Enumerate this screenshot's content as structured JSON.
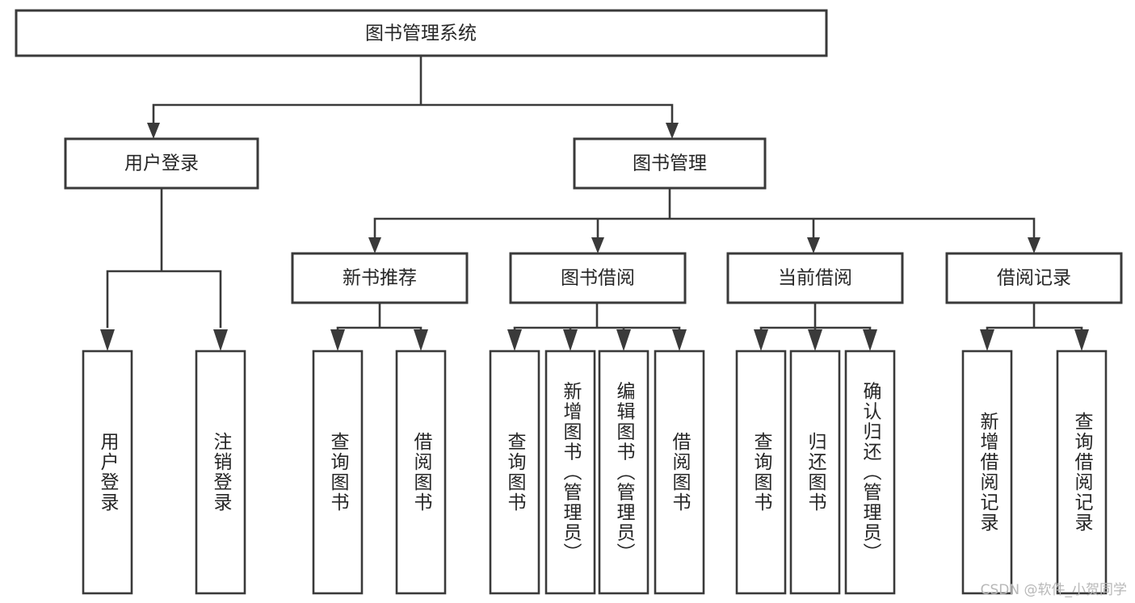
{
  "diagram": {
    "type": "hierarchy-tree",
    "title": "图书管理系统",
    "orientation": "top-down",
    "colors": {
      "box_fill": "#ffffff",
      "box_stroke": "#3a3a3a",
      "text": "#262626",
      "background": "#ffffff",
      "watermark": "#b8b8b8"
    },
    "root": {
      "id": "root",
      "label": "图书管理系统",
      "level": 0
    },
    "level1": [
      {
        "id": "user-login",
        "label": "用户登录",
        "level": 1
      },
      {
        "id": "book-manage",
        "label": "图书管理",
        "level": 1
      }
    ],
    "level2": [
      {
        "id": "new-book-recommend",
        "label": "新书推荐",
        "level": 2,
        "parent": "book-manage"
      },
      {
        "id": "book-borrow",
        "label": "图书借阅",
        "level": 2,
        "parent": "book-manage"
      },
      {
        "id": "current-borrow",
        "label": "当前借阅",
        "level": 2,
        "parent": "book-manage"
      },
      {
        "id": "borrow-record",
        "label": "借阅记录",
        "level": 2,
        "parent": "book-manage"
      }
    ],
    "leaves": [
      {
        "id": "leaf-user-login",
        "label": "用户登录",
        "parent": "user-login"
      },
      {
        "id": "leaf-logout-login",
        "label": "注销登录",
        "parent": "user-login"
      },
      {
        "id": "leaf-query-book-1",
        "label": "查询图书",
        "parent": "new-book-recommend"
      },
      {
        "id": "leaf-borrow-book-1",
        "label": "借阅图书",
        "parent": "new-book-recommend"
      },
      {
        "id": "leaf-query-book-2",
        "label": "查询图书",
        "parent": "book-borrow"
      },
      {
        "id": "leaf-add-book",
        "label": "新增图书（管理员）",
        "parent": "book-borrow"
      },
      {
        "id": "leaf-edit-book",
        "label": "编辑图书（管理员）",
        "parent": "book-borrow"
      },
      {
        "id": "leaf-borrow-book-2",
        "label": "借阅图书",
        "parent": "book-borrow"
      },
      {
        "id": "leaf-query-book-3",
        "label": "查询图书",
        "parent": "current-borrow"
      },
      {
        "id": "leaf-return-book",
        "label": "归还图书",
        "parent": "current-borrow"
      },
      {
        "id": "leaf-confirm-return",
        "label": "确认归还（管理员）",
        "parent": "current-borrow"
      },
      {
        "id": "leaf-add-record",
        "label": "新增借阅记录",
        "parent": "borrow-record"
      },
      {
        "id": "leaf-query-record",
        "label": "查询借阅记录",
        "parent": "borrow-record"
      }
    ]
  },
  "watermark": {
    "text": "CSDN @软件_小贺同学"
  }
}
